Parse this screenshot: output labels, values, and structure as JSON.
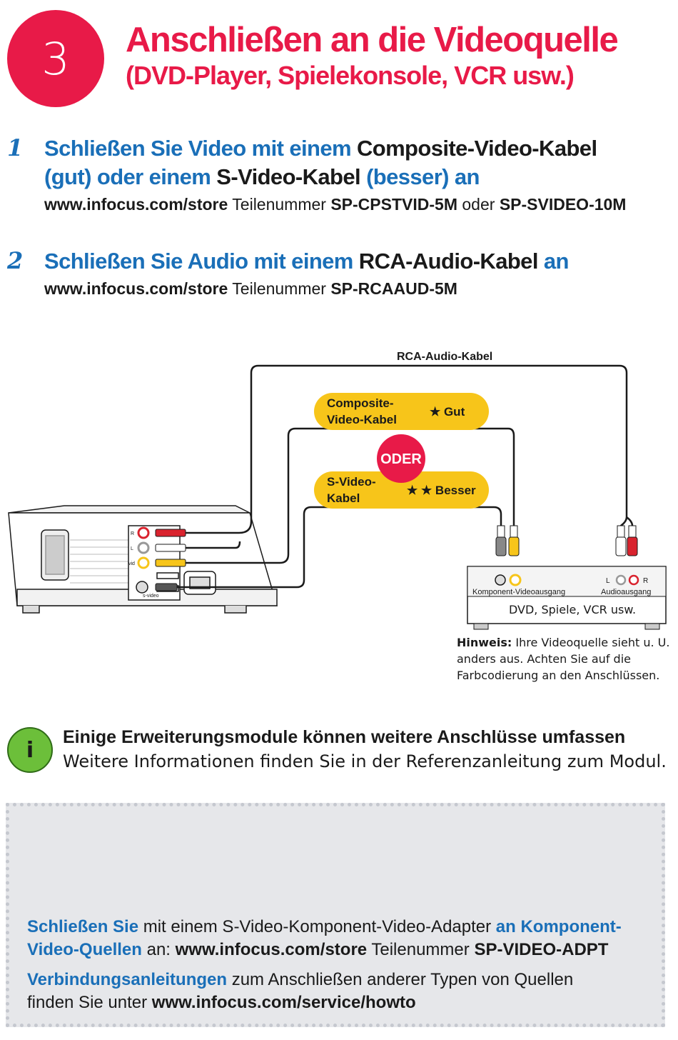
{
  "header": {
    "step_number": "3",
    "title": "Anschließen an die Videoquelle",
    "subtitle": "(DVD-Player, Spielekonsole, VCR usw.)"
  },
  "step1": {
    "number": "1",
    "line1_a": "Schließen Sie Video mit einem",
    "line1_b": "Composite-Video-Kabel",
    "line2_a": "(gut) oder einem",
    "line2_b": "S-Video-Kabel",
    "line2_c": "(besser) an",
    "sub_url": "www.infocus.com/store",
    "sub_text1": "Teilenummer",
    "sub_part1": "SP-CPSTVID-5M",
    "sub_text2": "oder",
    "sub_part2": "SP-SVIDEO-10M"
  },
  "step2": {
    "number": "2",
    "line1_a": "Schließen Sie Audio mit einem",
    "line1_b": "RCA-Audio-Kabel",
    "line1_c": "an",
    "sub_url": "www.infocus.com/store",
    "sub_text": "Teilenummer",
    "sub_part": "SP-RCAAUD-5M"
  },
  "diagram": {
    "rca_label": "RCA-Audio-Kabel",
    "composite_label_1": "Composite-",
    "composite_label_2": "Video-Kabel",
    "composite_rating": "★ Gut",
    "oder": "ODER",
    "svideo_label_1": "S-Video-",
    "svideo_label_2": "Kabel",
    "svideo_rating": "★ ★  Besser",
    "port_r": "R",
    "port_l": "L",
    "port_vid": "vid",
    "port_svideo": "s-video",
    "component_out": "Komponent-Videoausgang",
    "audio_out": "Audioausgang",
    "audio_l": "L",
    "audio_r": "R",
    "device_name": "DVD, Spiele, VCR usw.",
    "colors": {
      "red": "#d9232e",
      "yellow": "#f7c51a",
      "white": "#ffffff",
      "accent": "#e81a48",
      "blue": "#1a6fb8"
    }
  },
  "note": {
    "label": "Hinweis:",
    "text": "Ihre Videoquelle sieht u. U. anders aus. Achten Sie auf die Farbcodierung an den Anschlüssen."
  },
  "info": {
    "icon": "i",
    "title": "Einige Erweiterungsmodule können weitere Anschlüsse umfassen",
    "body": "Weitere Informationen finden Sie in der Referenzanleitung zum Modul."
  },
  "adapter_box": {
    "p1_a": "Schließen Sie",
    "p1_b": "mit einem S-Video-Komponent-Video-Adapter",
    "p1_c": "an Komponent-",
    "p1_d": "Video-Quellen",
    "p1_e": "an:",
    "p1_url": "www.infocus.com/store",
    "p1_text": "Teilenummer",
    "p1_part": "SP-VIDEO-ADPT",
    "p2_a": "Verbindungsanleitungen",
    "p2_b": "zum Anschließen anderer Typen von Quellen",
    "p2_c": "finden Sie unter",
    "p2_url": "www.infocus.com/service/howto"
  }
}
